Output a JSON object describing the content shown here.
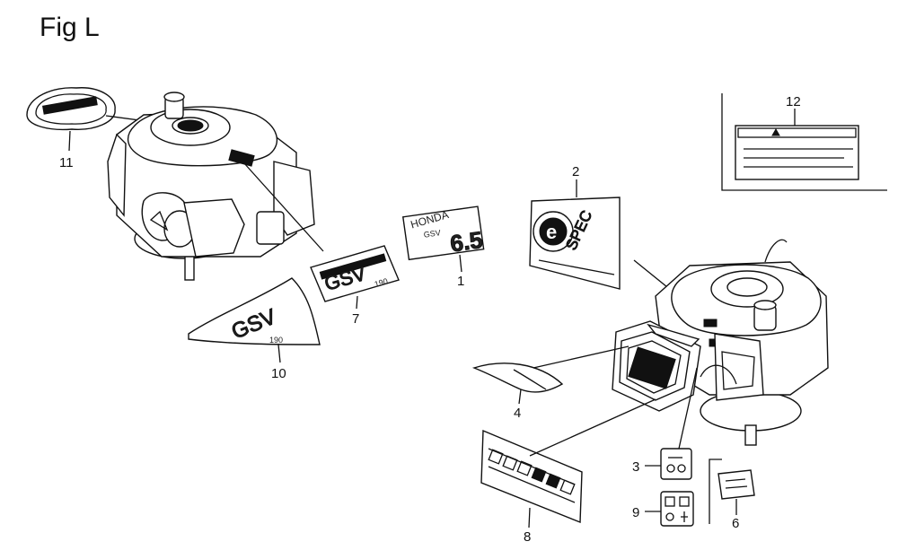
{
  "figure": {
    "title": "Fig L"
  },
  "callouts": [
    {
      "id": "c1",
      "label": "1"
    },
    {
      "id": "c2",
      "label": "2"
    },
    {
      "id": "c3",
      "label": "3"
    },
    {
      "id": "c4",
      "label": "4"
    },
    {
      "id": "c6",
      "label": "6"
    },
    {
      "id": "c7",
      "label": "7"
    },
    {
      "id": "c8",
      "label": "8"
    },
    {
      "id": "c9",
      "label": "9"
    },
    {
      "id": "c10",
      "label": "10"
    },
    {
      "id": "c11",
      "label": "11"
    },
    {
      "id": "c12",
      "label": "12"
    }
  ],
  "decal_text": {
    "honda": "HONDA",
    "gsv": "GSV",
    "gsv_size": "190",
    "power": "6.5",
    "espec_e": "e",
    "espec_word": "SPEC"
  }
}
